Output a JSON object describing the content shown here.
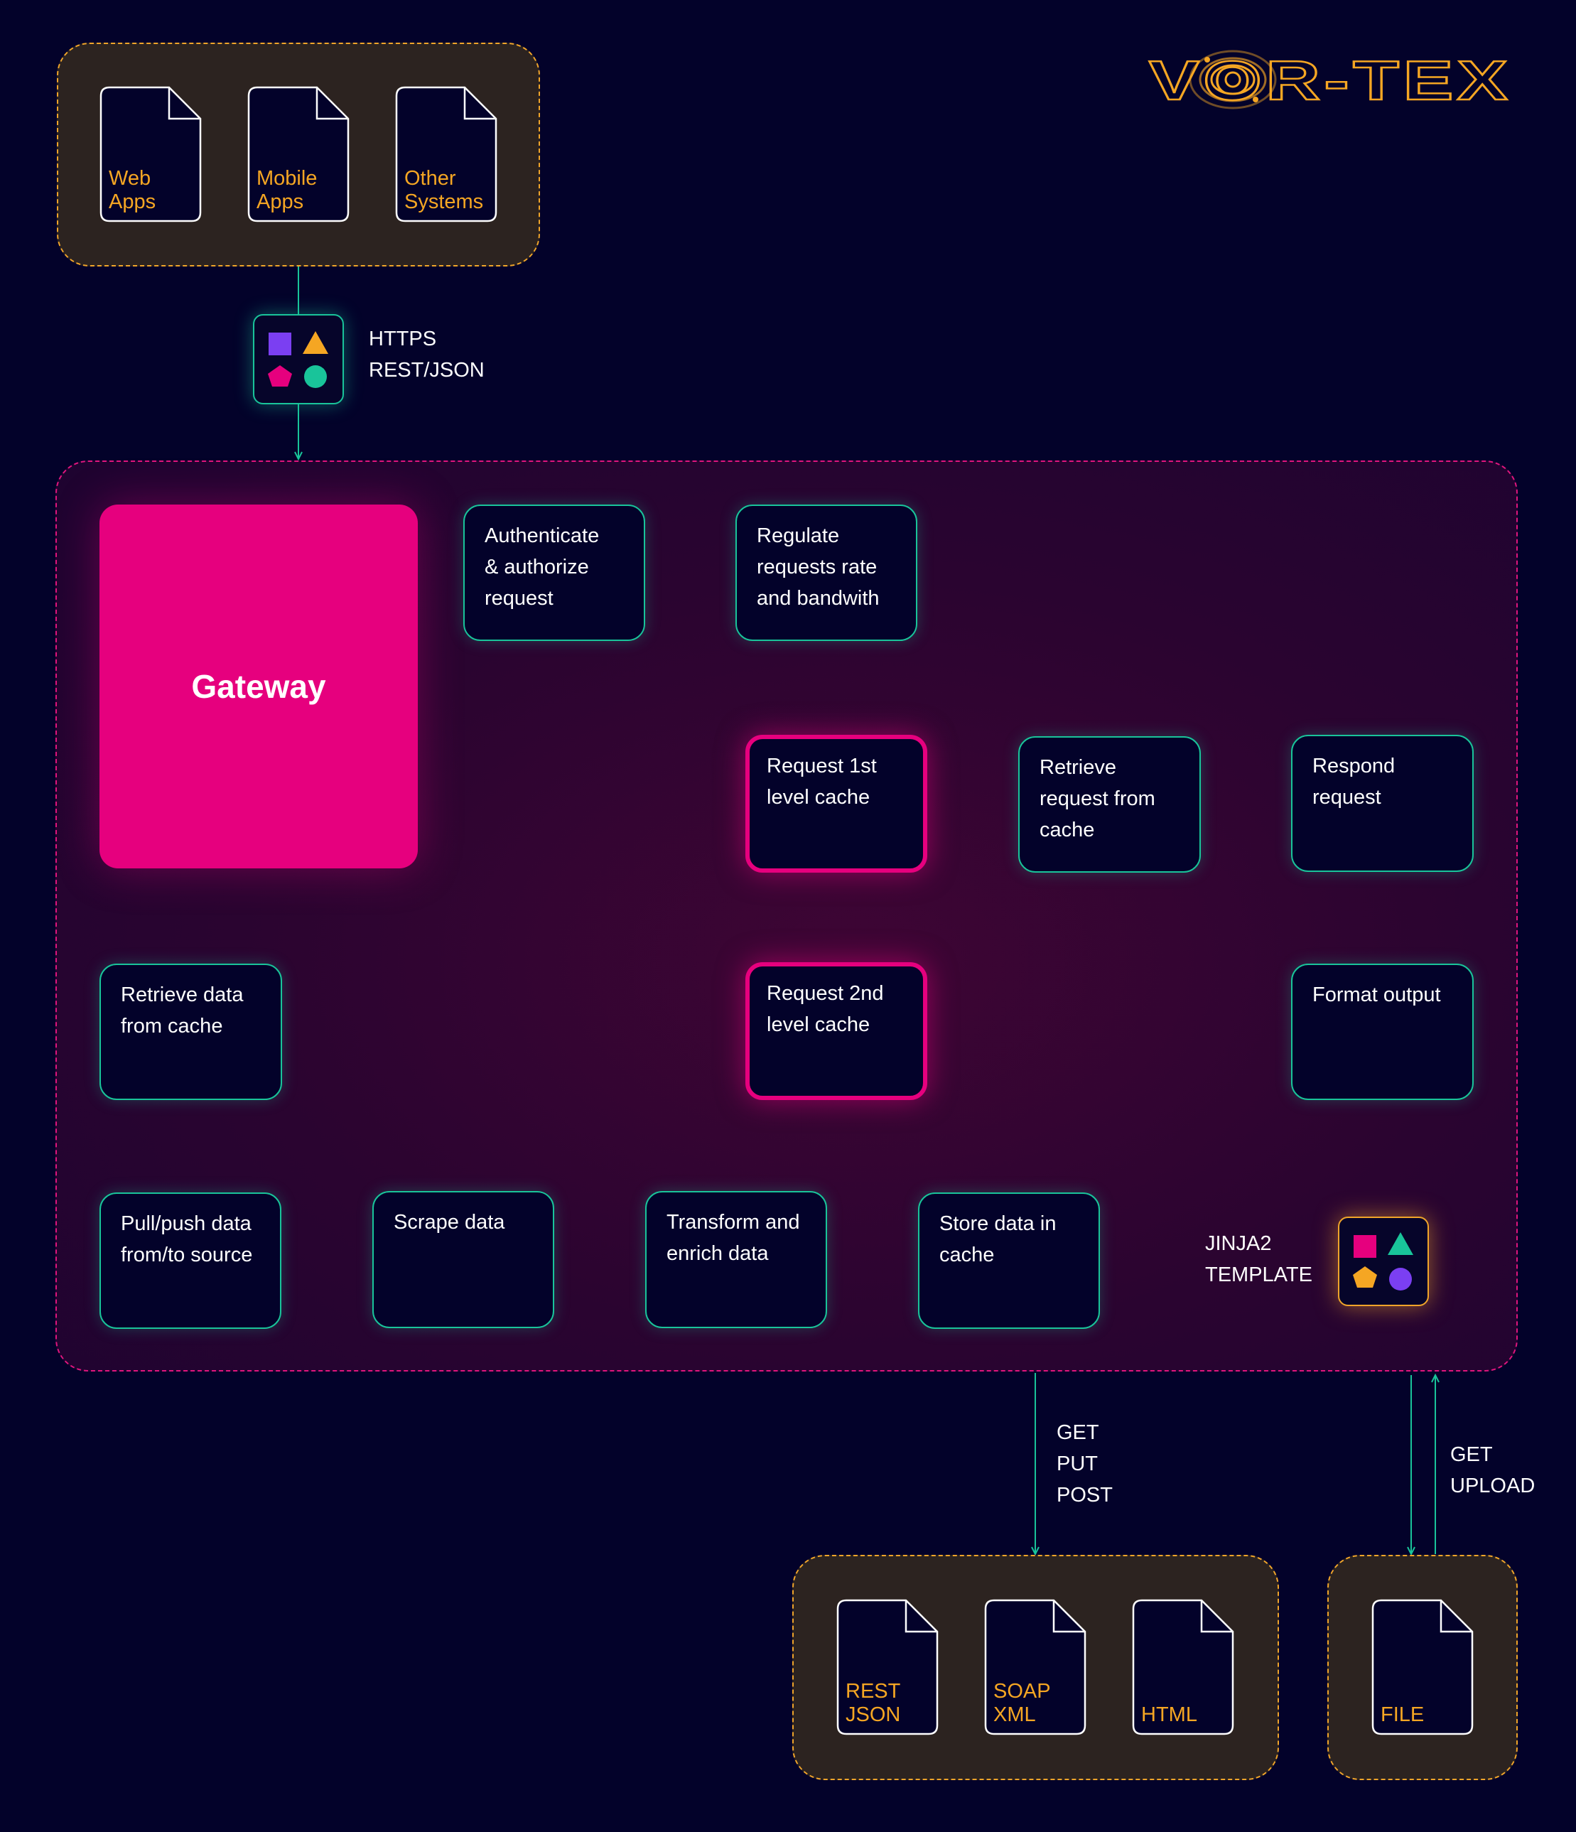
{
  "brand": {
    "logo_text": "VOR-TEX",
    "accent_orange": "#f5a623",
    "accent_pink": "#e6007e",
    "accent_green": "#19c49a",
    "background": "#03022a"
  },
  "clients": {
    "items": [
      {
        "label": "Web\nApps"
      },
      {
        "label": "Mobile\nApps"
      },
      {
        "label": "Other\nSystems"
      }
    ]
  },
  "protocol_badge": {
    "icons": [
      "purple-square-icon",
      "orange-triangle-icon",
      "pink-pentagon-icon",
      "green-circle-icon"
    ],
    "label": "HTTPS\nREST/JSON"
  },
  "gateway": {
    "label": "Gateway"
  },
  "steps": {
    "authenticate": "Authenticate\n& authorize\nrequest",
    "regulate": "Regulate\nrequests rate\nand bandwith",
    "cache1": "Request 1st\nlevel cache",
    "retrieve_request": "Retrieve\nrequest from\ncache",
    "respond": "Respond\nrequest",
    "retrieve_data": "Retrieve data\nfrom cache",
    "cache2": "Request 2nd\nlevel cache",
    "format": "Format output",
    "pullpush": "Pull/push data\nfrom/to source",
    "scrape": "Scrape data",
    "transform": "Transform and\nenrich data",
    "store": "Store data in\ncache"
  },
  "template_badge": {
    "icons": [
      "pink-square-icon",
      "green-triangle-icon",
      "orange-pentagon-icon",
      "purple-circle-icon"
    ],
    "label": "JINJA2\nTEMPLATE"
  },
  "backend_methods": {
    "label": "GET\nPUT\nPOST"
  },
  "file_methods": {
    "label": "GET\nUPLOAD"
  },
  "backends": {
    "items": [
      {
        "label": "REST\nJSON"
      },
      {
        "label": "SOAP\nXML"
      },
      {
        "label": "HTML"
      }
    ]
  },
  "file_backend": {
    "label": "FILE"
  }
}
